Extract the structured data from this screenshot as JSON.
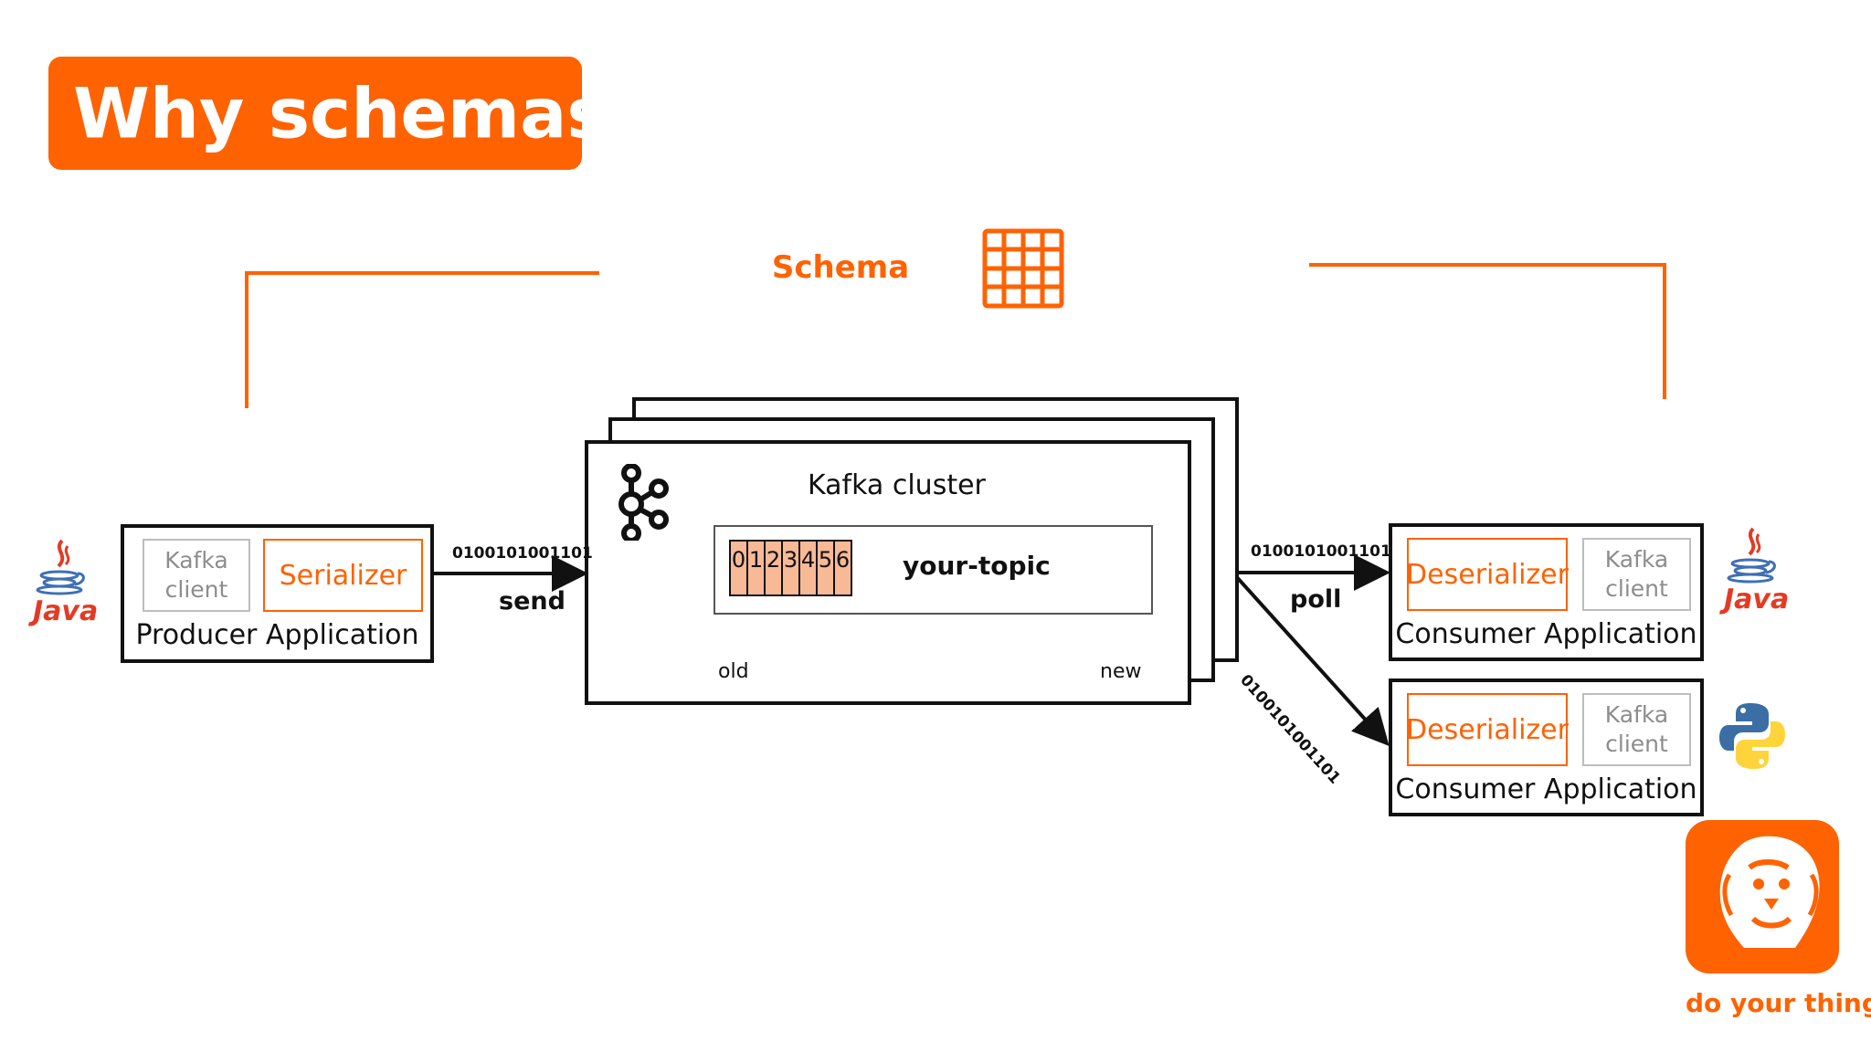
{
  "title": "Why schemas?",
  "schema": {
    "label": "Schema"
  },
  "producer": {
    "client_label": "Kafka client",
    "serializer_label": "Serializer",
    "app_label": "Producer Application"
  },
  "cluster": {
    "label": "Kafka cluster",
    "topic_label": "your-topic",
    "partitions": [
      "0",
      "1",
      "2",
      "3",
      "4",
      "5",
      "6"
    ],
    "old_label": "old",
    "new_label": "new"
  },
  "send": {
    "bits": "0100101001101",
    "label": "send"
  },
  "poll": {
    "bits_top": "0100101001101",
    "label": "poll",
    "bits_diagonal": "0100101001101"
  },
  "consumers": [
    {
      "deserializer_label": "Deserializer",
      "client_label": "Kafka client",
      "app_label": "Consumer Application"
    },
    {
      "deserializer_label": "Deserializer",
      "client_label": "Kafka client",
      "app_label": "Consumer Application"
    }
  ],
  "languages": {
    "java_left": "Java",
    "java_right": "Java"
  },
  "branding": {
    "tagline": "do your thing"
  },
  "colors": {
    "accent": "#FF6200",
    "partition_fill": "#F8B996",
    "java_red": "#E43A24"
  },
  "icons": [
    "schema-grid-icon",
    "kafka-icon",
    "java-icon",
    "python-icon",
    "ing-lion-icon"
  ]
}
